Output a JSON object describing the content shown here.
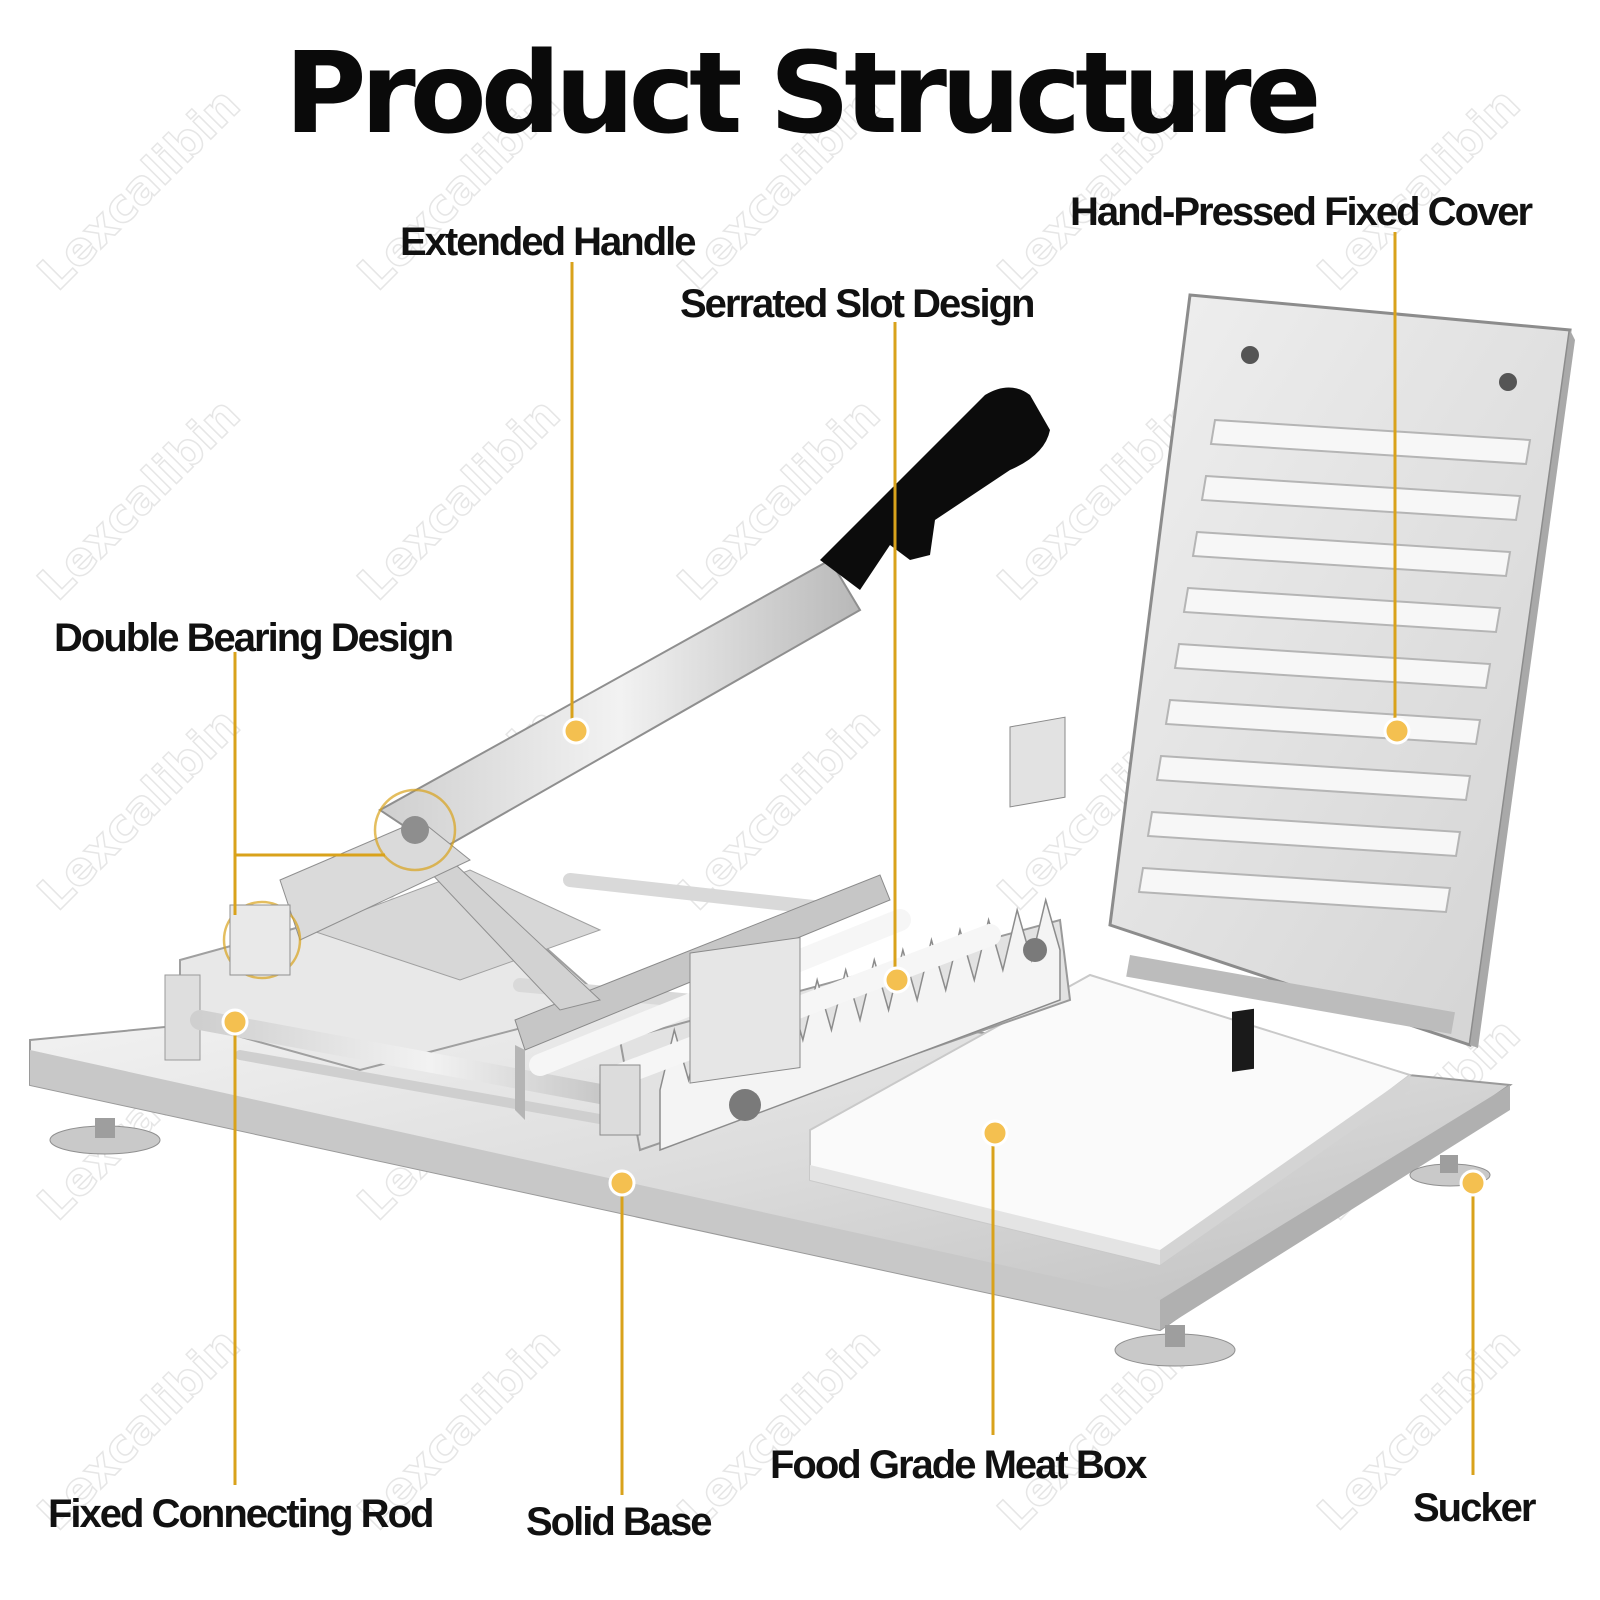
{
  "title": "Product Structure",
  "watermark": "Lexcalibin",
  "accent_color": "#d9a21b",
  "callouts": [
    {
      "id": "extended-handle",
      "label": "Extended Handle"
    },
    {
      "id": "serrated-slot-design",
      "label": "Serrated Slot Design"
    },
    {
      "id": "hand-pressed-fixed-cover",
      "label": "Hand-Pressed Fixed Cover"
    },
    {
      "id": "double-bearing-design",
      "label": "Double Bearing Design"
    },
    {
      "id": "fixed-connecting-rod",
      "label": "Fixed Connecting Rod"
    },
    {
      "id": "solid-base",
      "label": "Solid Base"
    },
    {
      "id": "food-grade-meat-box",
      "label": "Food Grade Meat Box"
    },
    {
      "id": "sucker",
      "label": "Sucker"
    }
  ]
}
